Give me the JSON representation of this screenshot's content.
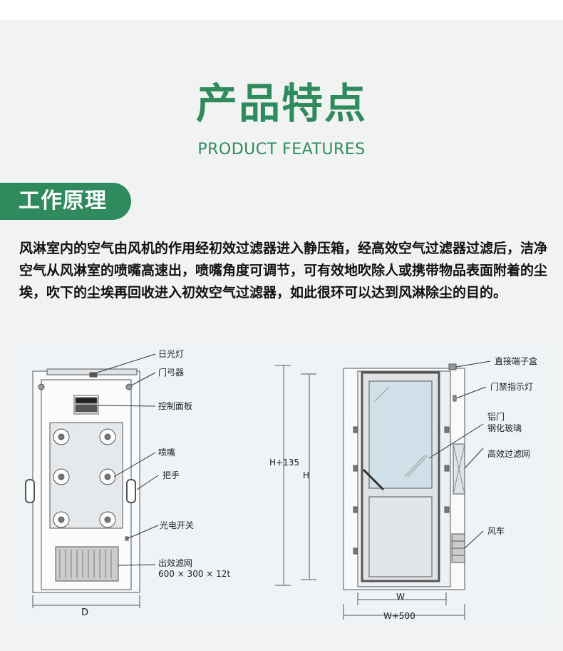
{
  "header": {
    "title_cn": "产品特点",
    "title_en": "PRODUCT FEATURES"
  },
  "section": {
    "tab_label": "工作原理",
    "description": "风淋室内的空气由风机的作用经初效过滤器进入静压箱，经高效空气过滤器过滤后，洁净空气从风淋室的喷嘴高速出，喷嘴角度可调节，可有效地吹除人或携带物品表面附着的尘埃，吹下的尘埃再回收进入初效空气过滤器，如此很环可以达到风淋除尘的目的。"
  },
  "diagram": {
    "front_labels": {
      "light": "日光灯",
      "door_closer": "门弓器",
      "control_panel": "控制面板",
      "nozzle": "喷嘴",
      "handle": "把手",
      "photo_switch": "光电开关",
      "outlet_filter": "出效滤网",
      "filter_size": "600 × 300 × 12t",
      "width_dim": "D"
    },
    "side_labels": {
      "junction_box": "直接端子盒",
      "access_light": "门禁指示灯",
      "door_line1": "铝门",
      "door_line2": "钢化玻璃",
      "hepa": "高效过滤网",
      "fan": "风车",
      "height_outer": "H+135",
      "height_inner": "H",
      "width_inner": "W",
      "width_outer": "W+500"
    }
  },
  "colors": {
    "accent": "#2f8a5e",
    "page_bg": "#f1f2f2",
    "diagram_bg": "#eef3f7"
  }
}
